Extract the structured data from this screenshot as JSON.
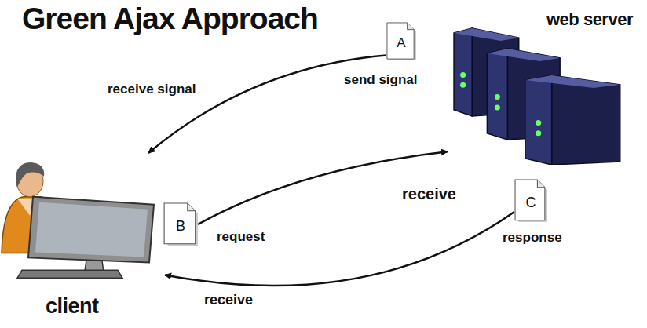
{
  "diagram": {
    "title": "Green Ajax Approach",
    "nodes": [
      {
        "text": [
          "web server"
        ]
      },
      {
        "text": [
          "client"
        ]
      },
      {
        "text": [
          "A"
        ]
      },
      {
        "text": [
          "B"
        ]
      },
      {
        "text": [
          "C"
        ]
      }
    ],
    "edges": [
      {
        "from": 2,
        "to": 1,
        "label": "receive signal",
        "arrow": "to"
      },
      {
        "from": 3,
        "to": 0,
        "label": "receive",
        "arrow": "to"
      },
      {
        "from": 4,
        "to": 1,
        "label": "receive",
        "arrow": "to"
      }
    ],
    "labels": [
      "send signal",
      "request",
      "response"
    ]
  }
}
